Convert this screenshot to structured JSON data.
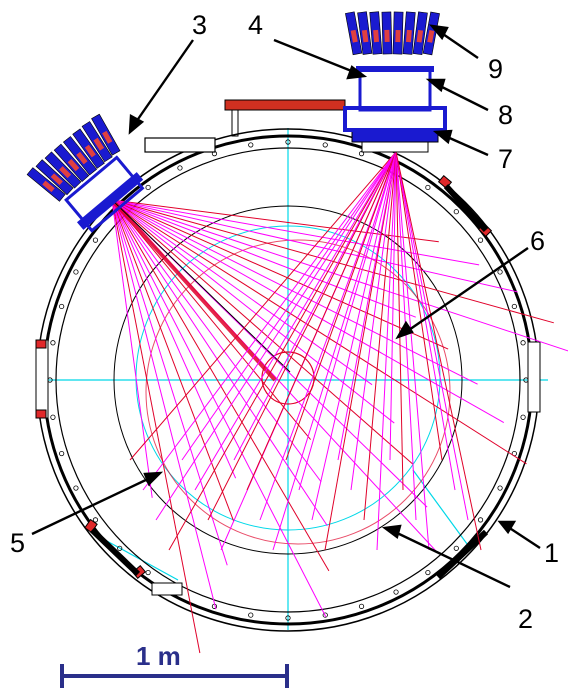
{
  "callouts": [
    "1",
    "2",
    "3",
    "4",
    "5",
    "6",
    "7",
    "8",
    "9"
  ],
  "scale_bar": {
    "label": "1 m"
  },
  "colors": {
    "vessel_outline": "#000000",
    "axis_lines": "#00d8e8",
    "sightline_magenta": "#ff00ff",
    "sightline_red": "#e0002a",
    "camera_body": "#1a1ad0",
    "flange_red": "#e0282a",
    "scale_bar": "#2a2f8a"
  }
}
